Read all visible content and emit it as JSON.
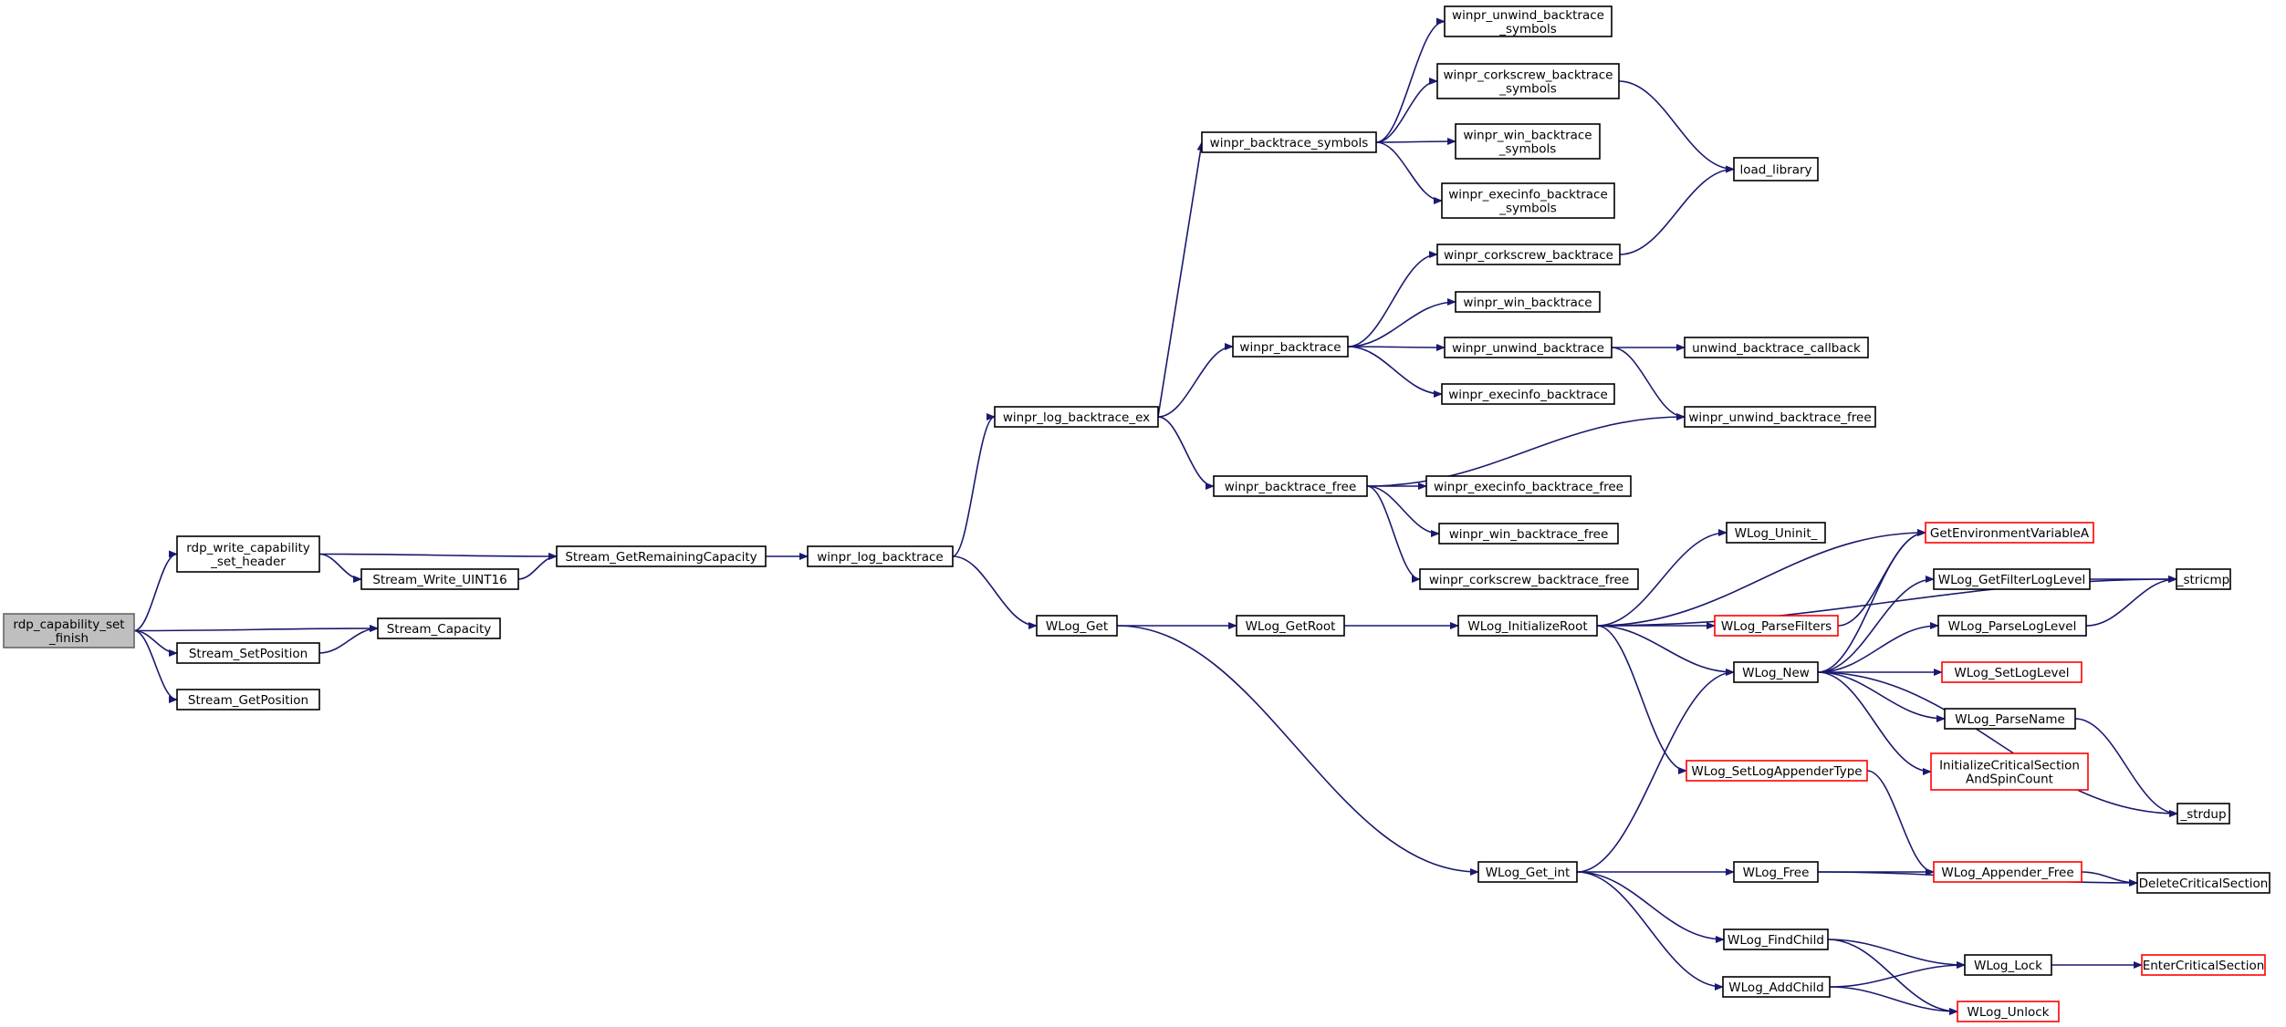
{
  "graph": {
    "nodes": [
      {
        "id": "root",
        "lines": [
          "rdp_capability_set",
          "_finish"
        ],
        "root": true
      },
      {
        "id": "rwcsh",
        "lines": [
          "rdp_write_capability",
          "_set_header"
        ]
      },
      {
        "id": "sgrc",
        "lines": [
          "Stream_GetRemainingCapacity"
        ]
      },
      {
        "id": "swu16",
        "lines": [
          "Stream_Write_UINT16"
        ]
      },
      {
        "id": "scap",
        "lines": [
          "Stream_Capacity"
        ]
      },
      {
        "id": "ssetpos",
        "lines": [
          "Stream_SetPosition"
        ]
      },
      {
        "id": "sgetpos",
        "lines": [
          "Stream_GetPosition"
        ]
      },
      {
        "id": "wlb",
        "lines": [
          "winpr_log_backtrace"
        ]
      },
      {
        "id": "wlbex",
        "lines": [
          "winpr_log_backtrace_ex"
        ]
      },
      {
        "id": "wlget",
        "lines": [
          "WLog_Get"
        ]
      },
      {
        "id": "wbs",
        "lines": [
          "winpr_backtrace_symbols"
        ]
      },
      {
        "id": "wb",
        "lines": [
          "winpr_backtrace"
        ]
      },
      {
        "id": "wbf",
        "lines": [
          "winpr_backtrace_free"
        ]
      },
      {
        "id": "wubs",
        "lines": [
          "winpr_unwind_backtrace",
          "_symbols"
        ]
      },
      {
        "id": "wcbs",
        "lines": [
          "winpr_corkscrew_backtrace",
          "_symbols"
        ]
      },
      {
        "id": "wwbs",
        "lines": [
          "winpr_win_backtrace",
          "_symbols"
        ]
      },
      {
        "id": "webs",
        "lines": [
          "winpr_execinfo_backtrace",
          "_symbols"
        ]
      },
      {
        "id": "loadlib",
        "lines": [
          "load_library"
        ]
      },
      {
        "id": "wcb",
        "lines": [
          "winpr_corkscrew_backtrace"
        ]
      },
      {
        "id": "wwb",
        "lines": [
          "winpr_win_backtrace"
        ]
      },
      {
        "id": "wub",
        "lines": [
          "winpr_unwind_backtrace"
        ]
      },
      {
        "id": "ubc",
        "lines": [
          "unwind_backtrace_callback"
        ]
      },
      {
        "id": "web",
        "lines": [
          "winpr_execinfo_backtrace"
        ]
      },
      {
        "id": "wubf",
        "lines": [
          "winpr_unwind_backtrace_free"
        ]
      },
      {
        "id": "webf",
        "lines": [
          "winpr_execinfo_backtrace_free"
        ]
      },
      {
        "id": "wwbf",
        "lines": [
          "winpr_win_backtrace_free"
        ]
      },
      {
        "id": "wcbf",
        "lines": [
          "winpr_corkscrew_backtrace_free"
        ]
      },
      {
        "id": "wlgetroot",
        "lines": [
          "WLog_GetRoot"
        ]
      },
      {
        "id": "wlinitroot",
        "lines": [
          "WLog_InitializeRoot"
        ]
      },
      {
        "id": "wluninit",
        "lines": [
          "WLog_Uninit_"
        ]
      },
      {
        "id": "wlparsefilters",
        "lines": [
          "WLog_ParseFilters"
        ],
        "red": true
      },
      {
        "id": "wlnew",
        "lines": [
          "WLog_New"
        ]
      },
      {
        "id": "wlsetapptype",
        "lines": [
          "WLog_SetLogAppenderType"
        ],
        "red": true
      },
      {
        "id": "gev",
        "lines": [
          "GetEnvironmentVariableA"
        ],
        "red": true
      },
      {
        "id": "wlgetfilter",
        "lines": [
          "WLog_GetFilterLogLevel"
        ]
      },
      {
        "id": "wlparseloglevel",
        "lines": [
          "WLog_ParseLogLevel"
        ]
      },
      {
        "id": "wlsetloglevel",
        "lines": [
          "WLog_SetLogLevel"
        ],
        "red": true
      },
      {
        "id": "wlparsename",
        "lines": [
          "WLog_ParseName"
        ]
      },
      {
        "id": "icsasc",
        "lines": [
          "InitializeCriticalSection",
          "AndSpinCount"
        ],
        "red": true
      },
      {
        "id": "stricmp",
        "lines": [
          "_stricmp"
        ]
      },
      {
        "id": "strdup",
        "lines": [
          "_strdup"
        ]
      },
      {
        "id": "wlgetint",
        "lines": [
          "WLog_Get_int"
        ]
      },
      {
        "id": "wlfree",
        "lines": [
          "WLog_Free"
        ]
      },
      {
        "id": "wlappfree",
        "lines": [
          "WLog_Appender_Free"
        ],
        "red": true
      },
      {
        "id": "dcs",
        "lines": [
          "DeleteCriticalSection"
        ]
      },
      {
        "id": "wlfindchild",
        "lines": [
          "WLog_FindChild"
        ]
      },
      {
        "id": "wladdchild",
        "lines": [
          "WLog_AddChild"
        ]
      },
      {
        "id": "wllock",
        "lines": [
          "WLog_Lock"
        ]
      },
      {
        "id": "wlunlock",
        "lines": [
          "WLog_Unlock"
        ],
        "red": true
      },
      {
        "id": "ecs",
        "lines": [
          "EnterCriticalSection"
        ],
        "red": true
      }
    ],
    "edges": [
      [
        "root",
        "rwcsh"
      ],
      [
        "root",
        "scap"
      ],
      [
        "root",
        "ssetpos"
      ],
      [
        "root",
        "sgetpos"
      ],
      [
        "rwcsh",
        "sgrc"
      ],
      [
        "rwcsh",
        "swu16"
      ],
      [
        "swu16",
        "sgrc"
      ],
      [
        "ssetpos",
        "scap"
      ],
      [
        "sgrc",
        "wlb"
      ],
      [
        "wlb",
        "wlbex"
      ],
      [
        "wlb",
        "wlget"
      ],
      [
        "wlbex",
        "wbs"
      ],
      [
        "wlbex",
        "wb"
      ],
      [
        "wlbex",
        "wbf"
      ],
      [
        "wbs",
        "wubs"
      ],
      [
        "wbs",
        "wcbs"
      ],
      [
        "wbs",
        "wwbs"
      ],
      [
        "wbs",
        "webs"
      ],
      [
        "wcbs",
        "loadlib"
      ],
      [
        "wb",
        "wcb"
      ],
      [
        "wb",
        "wwb"
      ],
      [
        "wb",
        "wub"
      ],
      [
        "wb",
        "web"
      ],
      [
        "wcb",
        "loadlib"
      ],
      [
        "wub",
        "ubc"
      ],
      [
        "wub",
        "wubf"
      ],
      [
        "wbf",
        "wubf"
      ],
      [
        "wbf",
        "webf"
      ],
      [
        "wbf",
        "wwbf"
      ],
      [
        "wbf",
        "wcbf"
      ],
      [
        "wlget",
        "wlgetroot"
      ],
      [
        "wlget",
        "wlgetint"
      ],
      [
        "wlgetroot",
        "wlinitroot"
      ],
      [
        "wlinitroot",
        "wluninit"
      ],
      [
        "wlinitroot",
        "wlparsefilters"
      ],
      [
        "wlinitroot",
        "wlnew"
      ],
      [
        "wlinitroot",
        "wlsetapptype"
      ],
      [
        "wlinitroot",
        "gev"
      ],
      [
        "wlinitroot",
        "stricmp"
      ],
      [
        "wlparsefilters",
        "gev"
      ],
      [
        "wlnew",
        "gev"
      ],
      [
        "wlnew",
        "wlgetfilter"
      ],
      [
        "wlnew",
        "wlparseloglevel"
      ],
      [
        "wlnew",
        "wlsetloglevel"
      ],
      [
        "wlnew",
        "wlparsename"
      ],
      [
        "wlnew",
        "icsasc"
      ],
      [
        "wlnew",
        "strdup"
      ],
      [
        "wlgetfilter",
        "stricmp"
      ],
      [
        "wlparseloglevel",
        "stricmp"
      ],
      [
        "wlparsename",
        "strdup"
      ],
      [
        "wlsetapptype",
        "wlappfree"
      ],
      [
        "wlgetint",
        "wlnew"
      ],
      [
        "wlgetint",
        "wlfree"
      ],
      [
        "wlgetint",
        "wlfindchild"
      ],
      [
        "wlgetint",
        "wladdchild"
      ],
      [
        "wlfree",
        "wlappfree"
      ],
      [
        "wlfree",
        "dcs"
      ],
      [
        "wlappfree",
        "dcs"
      ],
      [
        "wlfindchild",
        "wllock"
      ],
      [
        "wlfindchild",
        "wlunlock"
      ],
      [
        "wladdchild",
        "wllock"
      ],
      [
        "wladdchild",
        "wlunlock"
      ],
      [
        "wllock",
        "ecs"
      ]
    ]
  },
  "colors": {
    "edge": "#191970",
    "node_border": "#000000",
    "node_border_red": "#ff0000",
    "root_fill": "#bfbfbf",
    "root_border": "#666666"
  }
}
